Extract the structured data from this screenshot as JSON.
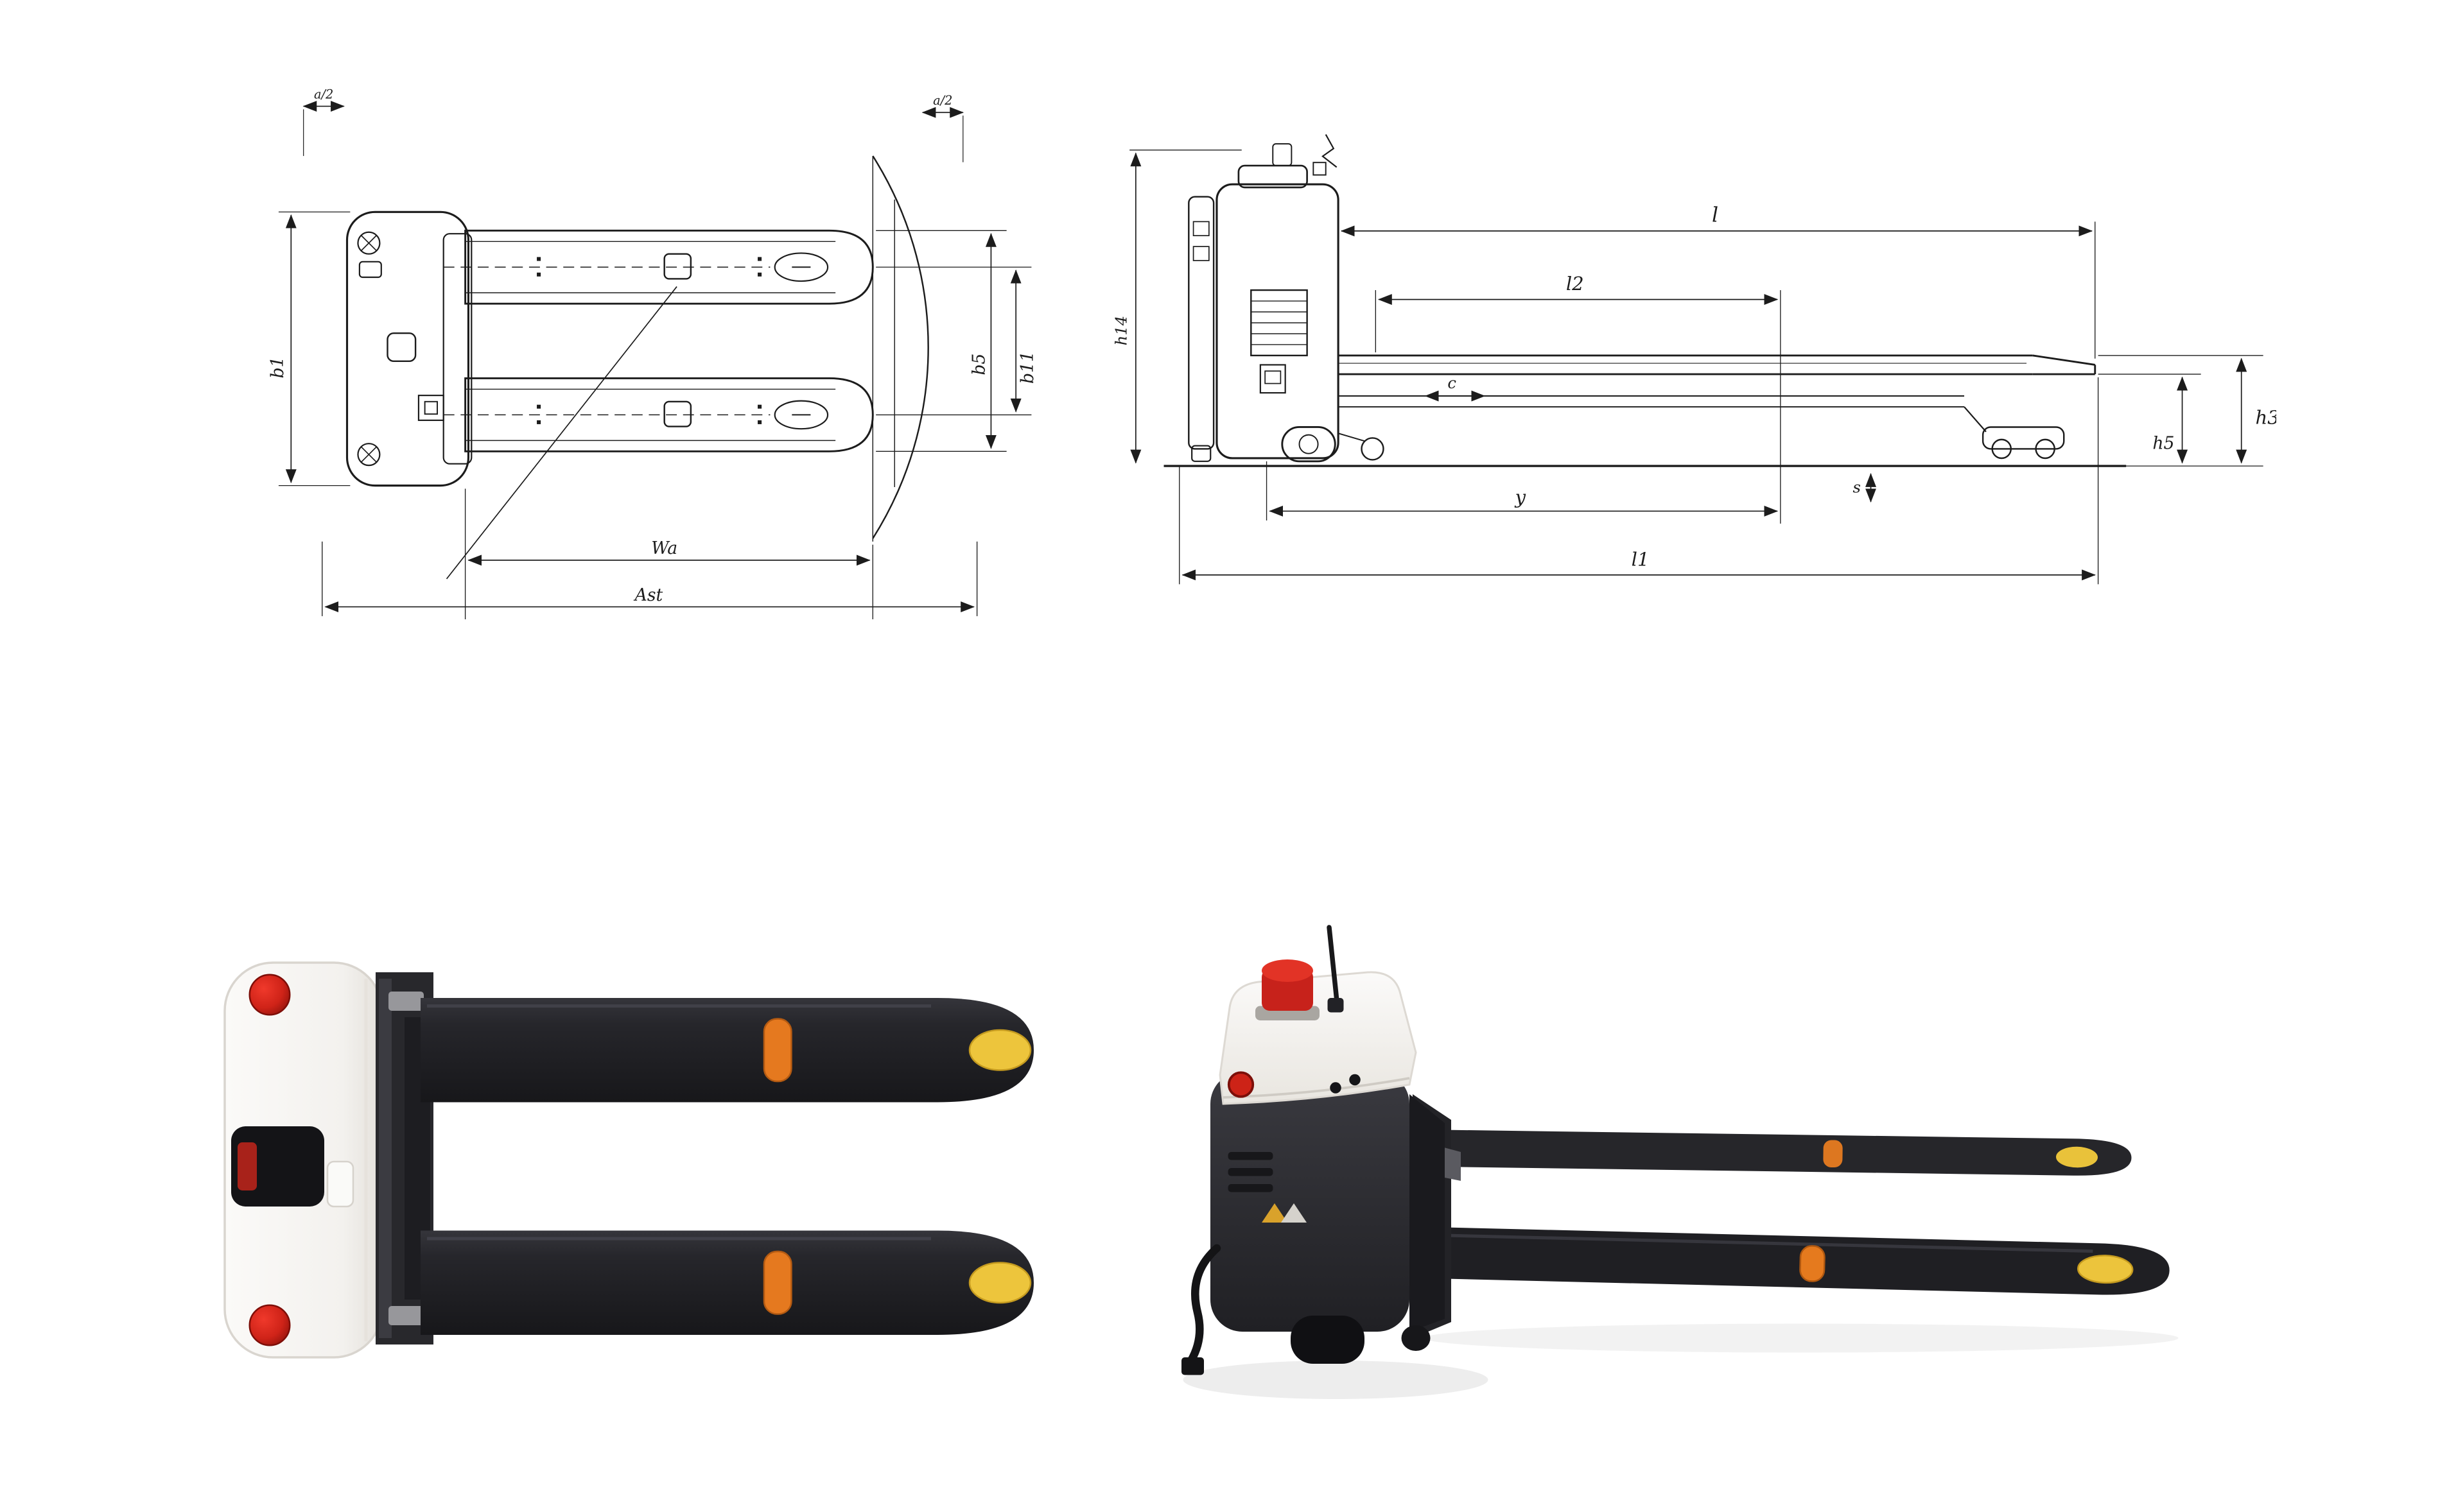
{
  "colors": {
    "line": "#1c1c1c",
    "fork_black": "#232327",
    "body_dark": "#2a2a2e",
    "body_white": "#f6f5f3",
    "roller_orange": "#e5791f",
    "tip_yellow": "#ecc43c",
    "alert_red": "#cf2318"
  },
  "top_view_drawing": {
    "labels": {
      "overall_width": "b1",
      "fork_span": "b5",
      "track_width": "b11",
      "aisle_left": "a/2",
      "aisle_right": "a/2",
      "turning_radius": "Wa",
      "aisle_width": "Ast"
    }
  },
  "side_view_drawing": {
    "labels": {
      "fork_length": "l",
      "head_length": "l2",
      "load_distance": "c",
      "wheelbase": "y",
      "overall_length": "l1",
      "lift_height": "h3",
      "lowered_height": "h5",
      "tiller_height": "h14",
      "fork_thickness": "s"
    }
  }
}
